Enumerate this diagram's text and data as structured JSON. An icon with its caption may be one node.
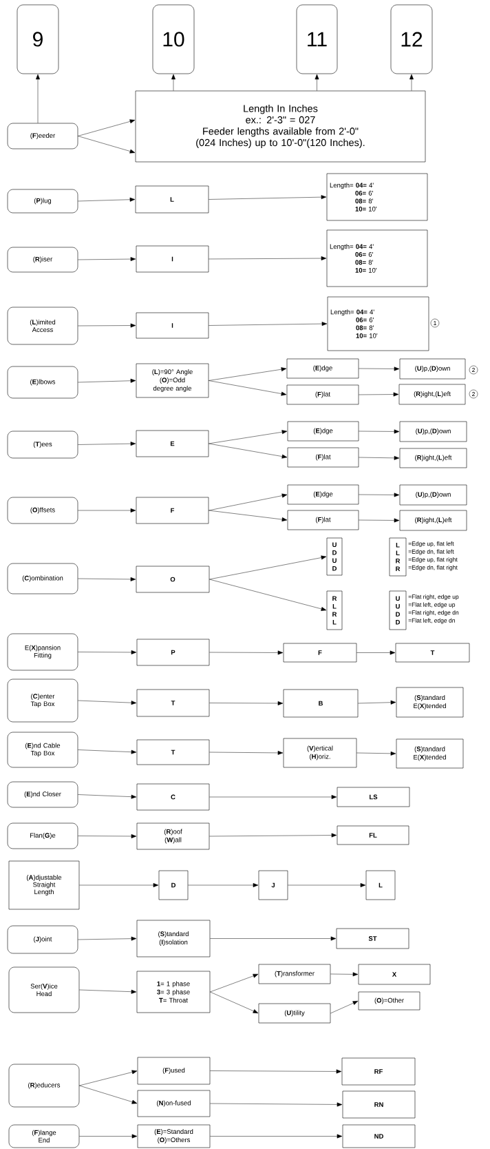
{
  "diagram": {
    "nodes": [
      {
        "text": [
          "9"
        ]
      },
      {
        "text": [
          "10"
        ]
      },
      {
        "text": [
          "11"
        ]
      },
      {
        "text": [
          "12"
        ]
      },
      {
        "text": [
          "(**F**)eeder"
        ]
      },
      {
        "text": [
          "Length In Inches",
          "ex.: 2'-3\" = 027",
          "Feeder lengths available from 2'-0\" (024 Inches) up to 10'-0\"(120 Inches)."
        ]
      },
      {
        "text": [
          "(**P**)lug"
        ]
      },
      {
        "text": [
          "L"
        ]
      },
      {
        "text": [
          "Length= **04=** 4'",
          "**06=** 6'",
          "**08=** 8'",
          "**10=** 10'"
        ]
      },
      {
        "text": [
          "(**R**)iser"
        ]
      },
      {
        "text": [
          "I"
        ]
      },
      {
        "text": [
          "Length= **04=** 4'",
          "**06=** 6'",
          "**08=** 8'",
          "**10=** 10'"
        ]
      },
      {
        "text": [
          "(**L**)imited Access"
        ]
      },
      {
        "text": [
          "I"
        ]
      },
      {
        "text": [
          "Length= **04=** 4'",
          "**06=** 6'",
          "**08=** 8'",
          "**10=** 10'"
        ]
      },
      {
        "text": [
          "(**E**)lbows"
        ]
      },
      {
        "text": [
          "(**L**)=90° Angle",
          "(**O**)=Odd degree angle"
        ]
      },
      {
        "text": [
          "(**E**)dge"
        ]
      },
      {
        "text": [
          "(**U**)p,(**D**)own"
        ]
      },
      {
        "text": [
          "(**F**)lat"
        ]
      },
      {
        "text": [
          "(**R**)ight,(**L**)eft"
        ]
      },
      {
        "text": [
          "(**T**)ees"
        ]
      },
      {
        "text": [
          "E"
        ]
      },
      {
        "text": [
          "(**E**)dge"
        ]
      },
      {
        "text": [
          "(**U**)p,(**D**)own"
        ]
      },
      {
        "text": [
          "(**F**)lat"
        ]
      },
      {
        "text": [
          "(**R**)ight,(**L**)eft"
        ]
      },
      {
        "text": [
          "(**O**)ffsets"
        ]
      },
      {
        "text": [
          "F"
        ]
      },
      {
        "text": [
          "(**E**)dge"
        ]
      },
      {
        "text": [
          "(**U**)p,(**D**)own"
        ]
      },
      {
        "text": [
          "(**F**)lat"
        ]
      },
      {
        "text": [
          "(**R**)ight,(**L**)eft"
        ]
      },
      {
        "text": [
          "(**C**)ombination"
        ]
      },
      {
        "text": [
          "O"
        ]
      },
      {
        "text": [
          "U D U D"
        ]
      },
      {
        "text": [
          "L L R R"
        ],
        "beside": [
          "=Edge up, flat left",
          "=Edge dn, flat left",
          "=Edge up, flat right",
          "=Edge dn, flat right"
        ]
      },
      {
        "text": [
          "R L R L"
        ]
      },
      {
        "text": [
          "U U D D"
        ],
        "beside": [
          "=Flat right, edge up",
          "=Flat left, edge up",
          "=Flat right, edge dn",
          "=Flat left, edge dn"
        ]
      },
      {
        "text": [
          "E(**X**)pansion Fitting"
        ]
      },
      {
        "text": [
          "P"
        ]
      },
      {
        "text": [
          "F"
        ]
      },
      {
        "text": [
          "T"
        ]
      },
      {
        "text": [
          "(**C**)enter Tap Box"
        ]
      },
      {
        "text": [
          "T"
        ]
      },
      {
        "text": [
          "B"
        ]
      },
      {
        "text": [
          "(**S**)tandard",
          "E(**X**)tended"
        ]
      },
      {
        "text": [
          "(**E**)nd Cable Tap Box"
        ]
      },
      {
        "text": [
          "T"
        ]
      },
      {
        "text": [
          "(**V**)ertical",
          "(**H**)oriz."
        ]
      },
      {
        "text": [
          "(**S**)tandard",
          "E(**X**)tended"
        ]
      },
      {
        "text": [
          "(**E**)nd Closer"
        ]
      },
      {
        "text": [
          "C"
        ]
      },
      {
        "text": [
          "LS"
        ]
      },
      {
        "text": [
          "Flan(**G**)e"
        ]
      },
      {
        "text": [
          "(**R**)oof",
          "(**W**)all"
        ]
      },
      {
        "text": [
          "FL"
        ]
      },
      {
        "text": [
          "(**A**)djustable Straight Length"
        ]
      },
      {
        "text": [
          "D"
        ]
      },
      {
        "text": [
          "J"
        ]
      },
      {
        "text": [
          "L"
        ]
      },
      {
        "text": [
          "(**J**)oint"
        ]
      },
      {
        "text": [
          "(**S**)tandard",
          "(**I**)solation"
        ]
      },
      {
        "text": [
          "ST"
        ]
      },
      {
        "text": [
          "Ser(**V**)ice Head"
        ]
      },
      {
        "text": [
          "**1**= 1 phase",
          "**3**= 3 phase",
          "**T**= Throat"
        ]
      },
      {
        "text": [
          "(**T**)ransformer"
        ]
      },
      {
        "text": [
          "X"
        ]
      },
      {
        "text": [
          "(**U**)tility"
        ]
      },
      {
        "text": [
          "(**O**)=Other"
        ]
      },
      {
        "text": [
          "(**R**)educers"
        ]
      },
      {
        "text": [
          "(**F**)used"
        ]
      },
      {
        "text": [
          "RF"
        ]
      },
      {
        "text": [
          "(**N**)on-fused"
        ]
      },
      {
        "text": [
          "RN"
        ]
      },
      {
        "text": [
          "(**F**)lange End"
        ]
      },
      {
        "text": [
          "(**E**)=Standard",
          "(**O**)=Others"
        ]
      },
      {
        "text": [
          "ND"
        ]
      }
    ],
    "edges": [
      {
        "from": 4,
        "to": 0,
        "arrow": "to"
      },
      {
        "from": 4,
        "to": 5,
        "arrow": "to"
      },
      {
        "from": 4,
        "to": 5,
        "arrow": "to"
      },
      {
        "from": 5,
        "to": 1,
        "arrow": "to"
      },
      {
        "from": 5,
        "to": 2,
        "arrow": "to"
      },
      {
        "from": 5,
        "to": 3,
        "arrow": "to"
      },
      {
        "from": 6,
        "to": 7,
        "arrow": "to"
      },
      {
        "from": 7,
        "to": 8,
        "arrow": "to"
      },
      {
        "from": 9,
        "to": 10,
        "arrow": "to"
      },
      {
        "from": 10,
        "to": 11,
        "arrow": "to"
      },
      {
        "from": 12,
        "to": 13,
        "arrow": "to"
      },
      {
        "from": 13,
        "to": 14,
        "arrow": "to"
      },
      {
        "from": 15,
        "to": 16,
        "arrow": "to"
      },
      {
        "from": 16,
        "to": 17,
        "arrow": "to"
      },
      {
        "from": 16,
        "to": 19,
        "arrow": "to"
      },
      {
        "from": 17,
        "to": 18,
        "arrow": "to"
      },
      {
        "from": 19,
        "to": 20,
        "arrow": "to"
      },
      {
        "from": 21,
        "to": 22,
        "arrow": "to"
      },
      {
        "from": 22,
        "to": 23,
        "arrow": "to"
      },
      {
        "from": 22,
        "to": 25,
        "arrow": "to"
      },
      {
        "from": 23,
        "to": 24,
        "arrow": "to"
      },
      {
        "from": 25,
        "to": 26,
        "arrow": "to"
      },
      {
        "from": 27,
        "to": 28,
        "arrow": "to"
      },
      {
        "from": 28,
        "to": 29,
        "arrow": "to"
      },
      {
        "from": 28,
        "to": 31,
        "arrow": "to"
      },
      {
        "from": 29,
        "to": 30,
        "arrow": "to"
      },
      {
        "from": 31,
        "to": 32,
        "arrow": "to"
      },
      {
        "from": 33,
        "to": 34,
        "arrow": "to"
      },
      {
        "from": 34,
        "to": 35,
        "arrow": "to"
      },
      {
        "from": 34,
        "to": 37,
        "arrow": "to"
      },
      {
        "from": 39,
        "to": 40,
        "arrow": "to"
      },
      {
        "from": 40,
        "to": 41,
        "arrow": "to"
      },
      {
        "from": 41,
        "to": 42,
        "arrow": "to"
      },
      {
        "from": 43,
        "to": 44,
        "arrow": "to"
      },
      {
        "from": 44,
        "to": 45,
        "arrow": "to"
      },
      {
        "from": 45,
        "to": 46,
        "arrow": "to"
      },
      {
        "from": 47,
        "to": 48,
        "arrow": "to"
      },
      {
        "from": 48,
        "to": 49,
        "arrow": "to"
      },
      {
        "from": 49,
        "to": 50,
        "arrow": "to"
      },
      {
        "from": 51,
        "to": 52,
        "arrow": "to"
      },
      {
        "from": 52,
        "to": 53,
        "arrow": "to"
      },
      {
        "from": 54,
        "to": 55,
        "arrow": "to"
      },
      {
        "from": 55,
        "to": 56,
        "arrow": "to"
      },
      {
        "from": 57,
        "to": 58,
        "arrow": "to"
      },
      {
        "from": 58,
        "to": 59,
        "arrow": "to"
      },
      {
        "from": 59,
        "to": 60,
        "arrow": "to"
      },
      {
        "from": 61,
        "to": 62,
        "arrow": "to"
      },
      {
        "from": 62,
        "to": 63,
        "arrow": "to"
      },
      {
        "from": 64,
        "to": 65,
        "arrow": "to"
      },
      {
        "from": 65,
        "to": 66,
        "arrow": "to"
      },
      {
        "from": 65,
        "to": 68,
        "arrow": "to"
      },
      {
        "from": 66,
        "to": 67,
        "arrow": "to"
      },
      {
        "from": 68,
        "to": 69,
        "arrow": "to"
      },
      {
        "from": 70,
        "to": 71,
        "arrow": "to"
      },
      {
        "from": 70,
        "to": 73,
        "arrow": "to"
      },
      {
        "from": 71,
        "to": 72,
        "arrow": "to"
      },
      {
        "from": 73,
        "to": 74,
        "arrow": "to"
      },
      {
        "from": 75,
        "to": 76,
        "arrow": "to"
      },
      {
        "from": 76,
        "to": 77,
        "arrow": "to"
      }
    ],
    "labels": [
      "1",
      "2",
      "2"
    ]
  }
}
